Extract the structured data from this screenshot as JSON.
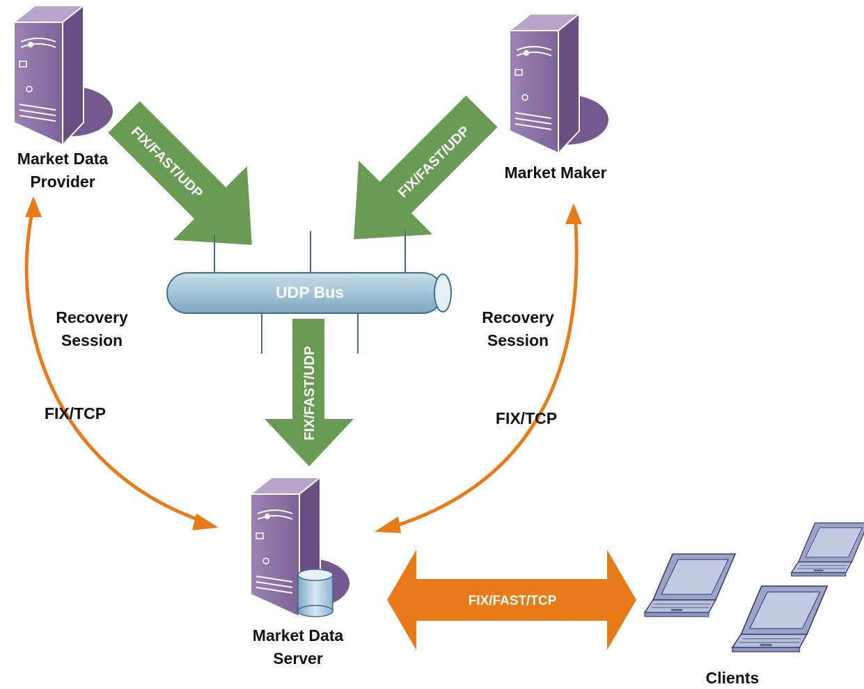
{
  "nodes": {
    "provider": {
      "line1": "Market Data",
      "line2": "Provider"
    },
    "maker": {
      "label": "Market Maker"
    },
    "server": {
      "line1": "Market Data",
      "line2": "Server"
    },
    "clients": {
      "label": "Clients"
    }
  },
  "bus": {
    "label": "UDP Bus"
  },
  "links": {
    "provider_to_bus": "FIX/FAST/UDP",
    "maker_to_bus": "FIX/FAST/UDP",
    "bus_to_server": "FIX/FAST/UDP",
    "server_clients": "FIX/FAST/TCP",
    "left_recovery": {
      "line1": "Recovery",
      "line2": "Session",
      "protocol": "FIX/TCP"
    },
    "right_recovery": {
      "line1": "Recovery",
      "line2": "Session",
      "protocol": "FIX/TCP"
    }
  },
  "colors": {
    "green_arrow": "#6a9b55",
    "orange": "#e87b18",
    "server_purple": "#7d6396",
    "bus_blue": "#a9c9dc",
    "laptop_blue": "#9aa3cc"
  },
  "icons": [
    "server-icon",
    "database-icon",
    "laptop-icon"
  ]
}
